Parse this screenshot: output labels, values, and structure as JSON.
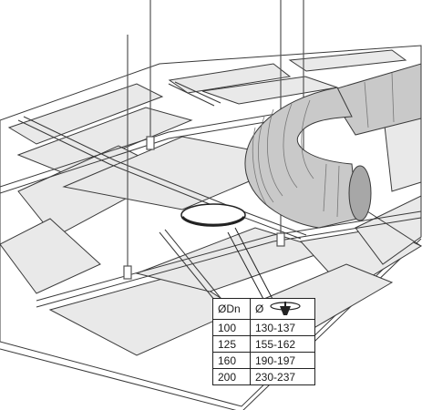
{
  "table": {
    "header_dn": "ØDn",
    "header_hole": "Ø",
    "header_hole_icon": "hole-saw-icon",
    "rows": [
      {
        "dn": "100",
        "hole": "130-137"
      },
      {
        "dn": "125",
        "hole": "155-162"
      },
      {
        "dn": "160",
        "hole": "190-197"
      },
      {
        "dn": "200",
        "hole": "230-237"
      }
    ]
  },
  "colors": {
    "panel_fill": "#e9e9e9",
    "grid_line": "#3a3a3a",
    "duct_fill": "#c9c9c9",
    "duct_shadow": "#a7a7a7"
  }
}
